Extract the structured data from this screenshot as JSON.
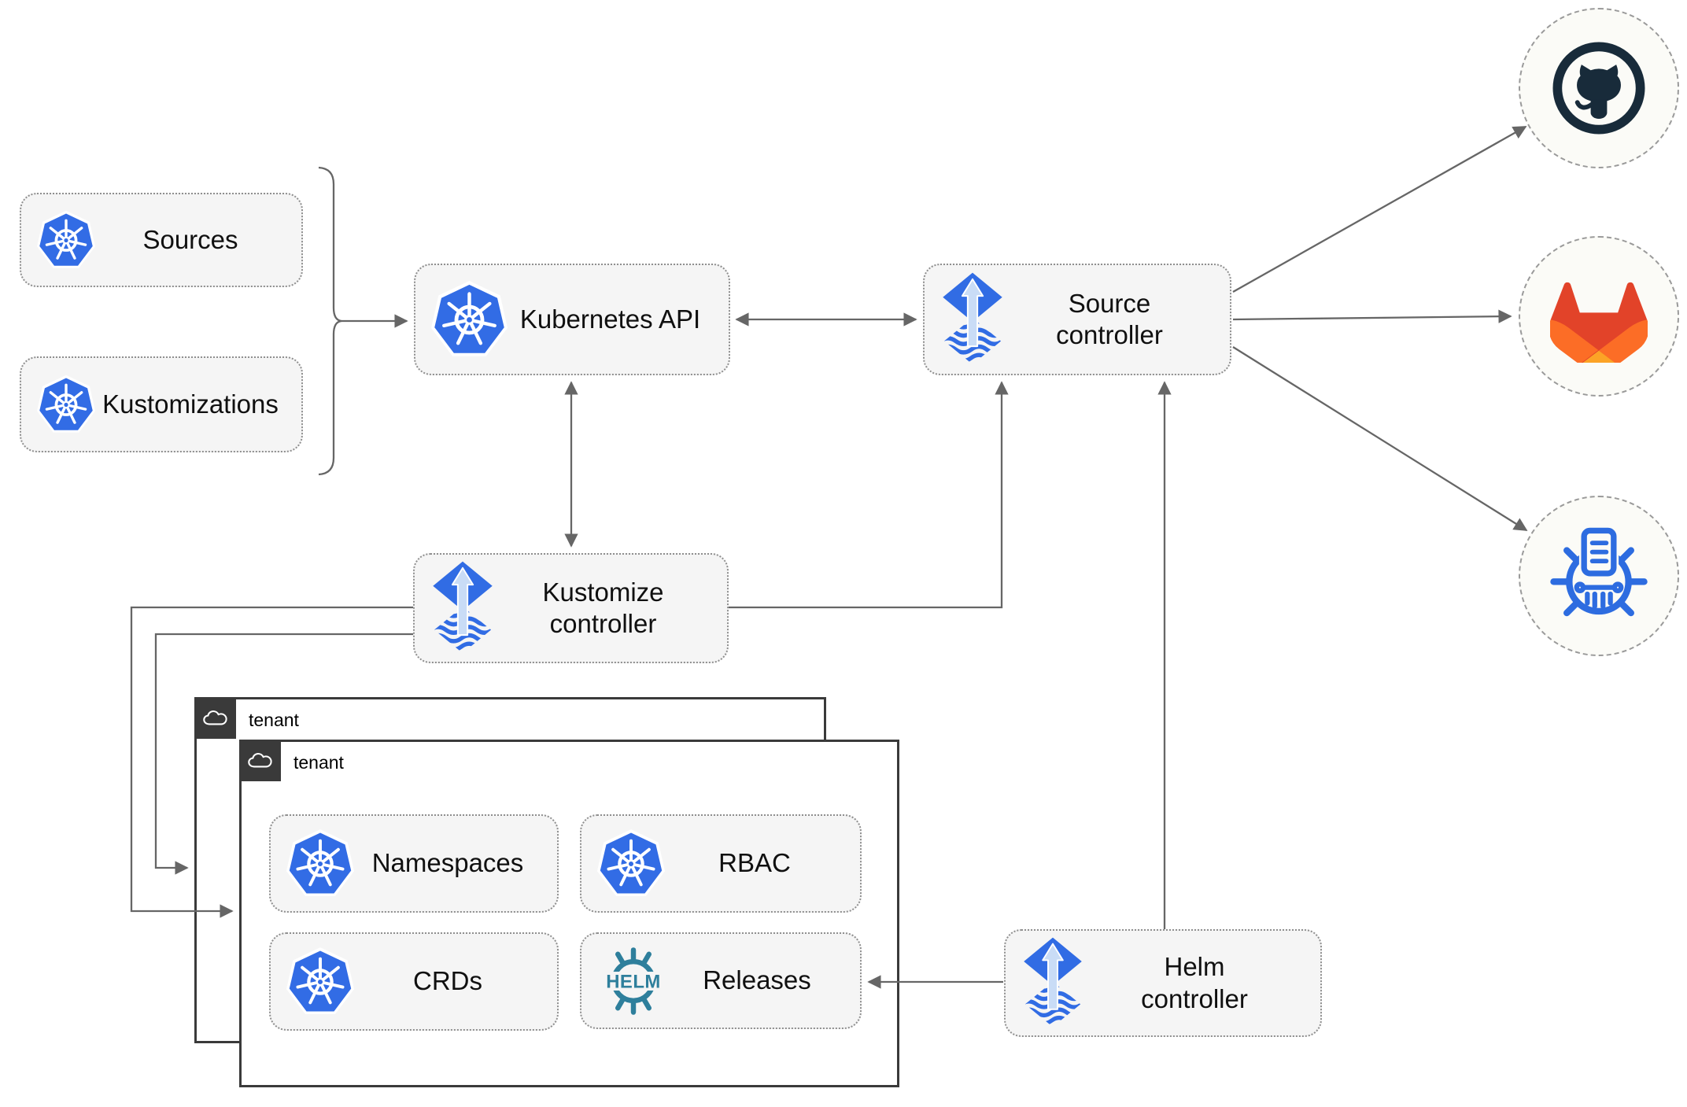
{
  "nodes": {
    "sources": {
      "label": "Sources"
    },
    "kustomizations": {
      "label": "Kustomizations"
    },
    "kubernetes_api": {
      "label": "Kubernetes API"
    },
    "source_controller": {
      "label": "Source\ncontroller"
    },
    "kustomize_controller": {
      "label": "Kustomize\ncontroller"
    },
    "helm_controller": {
      "label": "Helm\ncontroller"
    },
    "namespaces": {
      "label": "Namespaces"
    },
    "rbac": {
      "label": "RBAC"
    },
    "crds": {
      "label": "CRDs"
    },
    "releases": {
      "label": "Releases"
    }
  },
  "tenants": {
    "back": {
      "label": "tenant"
    },
    "front": {
      "label": "tenant"
    }
  },
  "icons": {
    "helm_label": "HELM",
    "kubernetes": "kubernetes-wheel-icon",
    "flux": "flux-controller-icon",
    "cloud": "cloud-icon",
    "github": "github-icon",
    "gitlab": "gitlab-icon",
    "registry": "container-registry-icon"
  },
  "colors": {
    "kubernetes_blue": "#326ce5",
    "flux_blue": "#316ce4",
    "flux_arrow_light": "#c9dcf6",
    "helm_teal": "#2e7f9c",
    "github_dark": "#182b3a",
    "gitlab_red": "#e24329",
    "gitlab_orange": "#fc6d26",
    "gitlab_yellow": "#fca326",
    "registry_blue": "#2d6ce0",
    "connector_gray": "#666666",
    "node_fill": "#f5f5f5",
    "node_border": "#8f8f8f",
    "tenant_dark": "#3a3a3a"
  }
}
